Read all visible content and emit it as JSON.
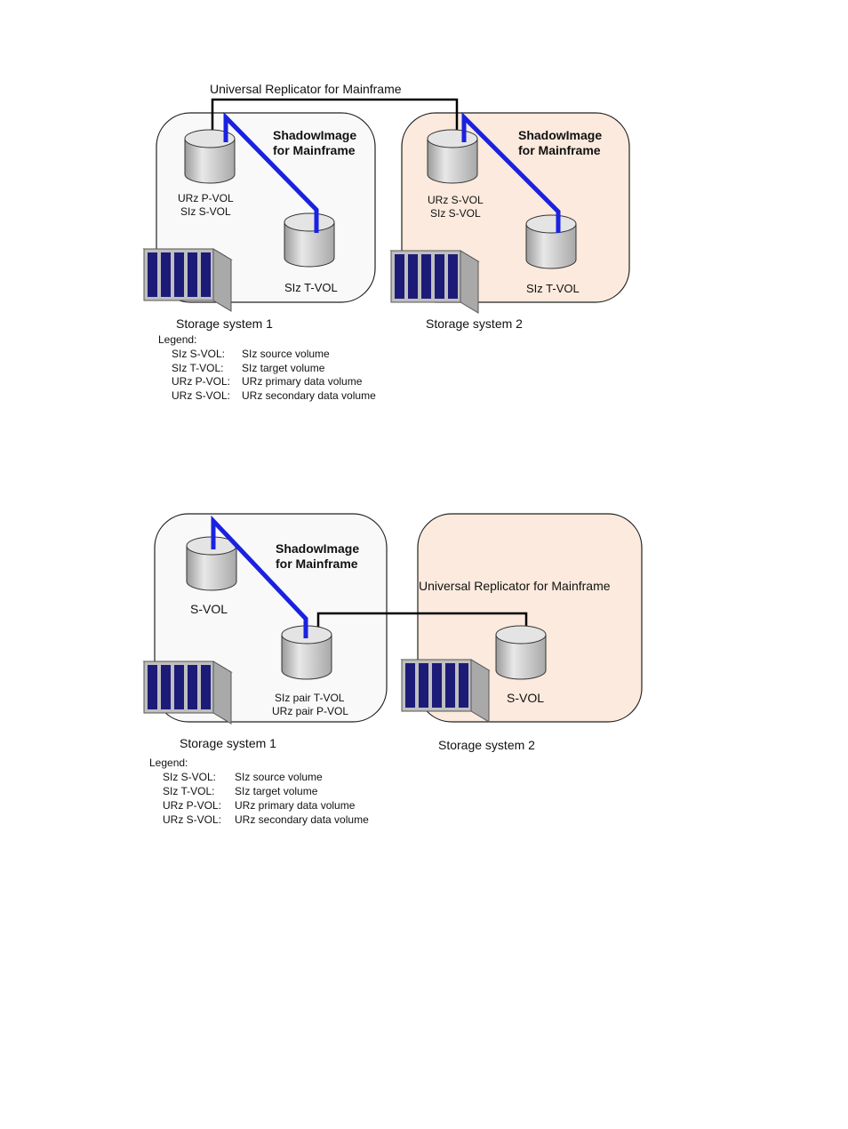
{
  "diagram1": {
    "top_label": "Universal Replicator for Mainframe",
    "box1_title_line1": "ShadowImage",
    "box1_title_line2": "for Mainframe",
    "box2_title_line1": "ShadowImage",
    "box2_title_line2": "for Mainframe",
    "vol1_line1": "URz P-VOL",
    "vol1_line2": "SIz S-VOL",
    "vol2_label": "SIz T-VOL",
    "vol3_line1": "URz S-VOL",
    "vol3_line2": "SIz S-VOL",
    "vol4_label": "SIz T-VOL",
    "storage1": "Storage system 1",
    "storage2": "Storage system 2",
    "legend_title": "Legend:",
    "legend": [
      {
        "term": "SIz S-VOL:",
        "desc": "SIz source volume"
      },
      {
        "term": "SIz T-VOL:",
        "desc": "SIz target volume"
      },
      {
        "term": "URz P-VOL:",
        "desc": "URz primary data volume"
      },
      {
        "term": "URz S-VOL:",
        "desc": "URz secondary data volume"
      }
    ]
  },
  "diagram2": {
    "box1_title_line1": "ShadowImage",
    "box1_title_line2": "for Mainframe",
    "ur_label": "Universal Replicator for Mainframe",
    "vol1_label": "S-VOL",
    "vol2_line1": "SIz pair T-VOL",
    "vol2_line2": "URz pair P-VOL",
    "vol3_label": "S-VOL",
    "storage1": "Storage system 1",
    "storage2": "Storage system 2",
    "legend_title": "Legend:",
    "legend": [
      {
        "term": "SIz S-VOL:",
        "desc": "SIz source volume"
      },
      {
        "term": "SIz T-VOL:",
        "desc": "SIz target volume"
      },
      {
        "term": "URz P-VOL:",
        "desc": "URz primary data volume"
      },
      {
        "term": "URz S-VOL:",
        "desc": "URz secondary data volume"
      }
    ]
  },
  "colors": {
    "box_left_fill": "#f9f9f9",
    "box_right_fill": "#fbeadd",
    "blue_link": "#1a22e0",
    "black_link": "#000000",
    "cylinder_fill": "#d9d9d9"
  }
}
